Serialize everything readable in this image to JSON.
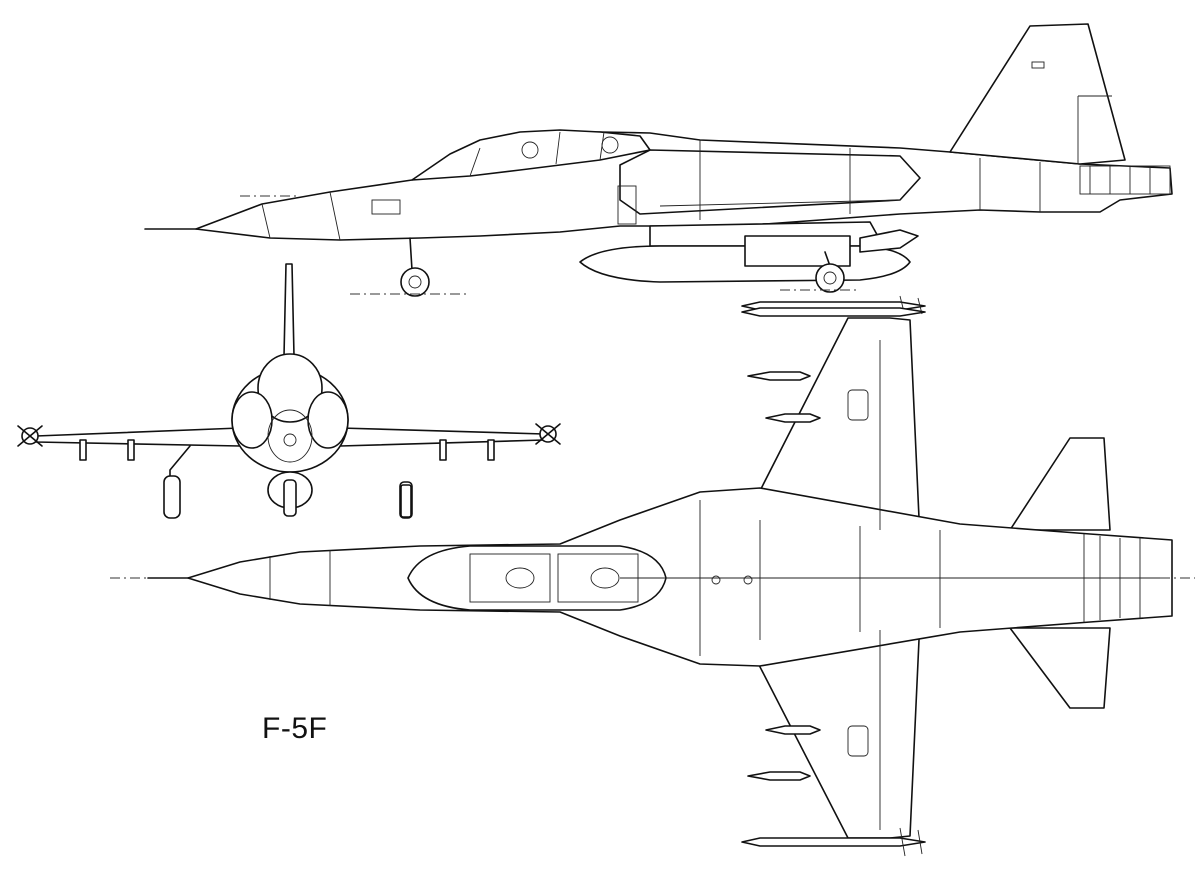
{
  "drawing": {
    "model_label": "F-5F",
    "views": [
      "side-view",
      "front-view",
      "top-view"
    ]
  }
}
